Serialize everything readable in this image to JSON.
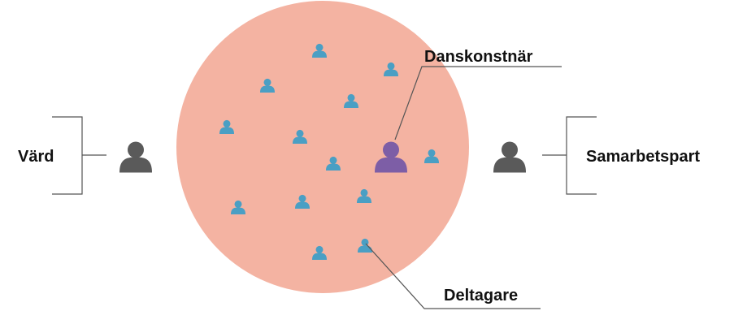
{
  "labels": {
    "host": "Värd",
    "collaborator": "Samarbetspart",
    "dance_artist": "Danskonstnär",
    "participants": "Deltagare"
  },
  "colors": {
    "circle": "#f4b3a2",
    "participant": "#4a9fc4",
    "dance_artist": "#7d5ea6",
    "outside_person": "#5a5a5a",
    "lines": "#555555"
  },
  "icons": {
    "participant": "person-icon",
    "dance_artist": "person-icon",
    "host": "person-icon",
    "collaborator": "person-icon"
  }
}
